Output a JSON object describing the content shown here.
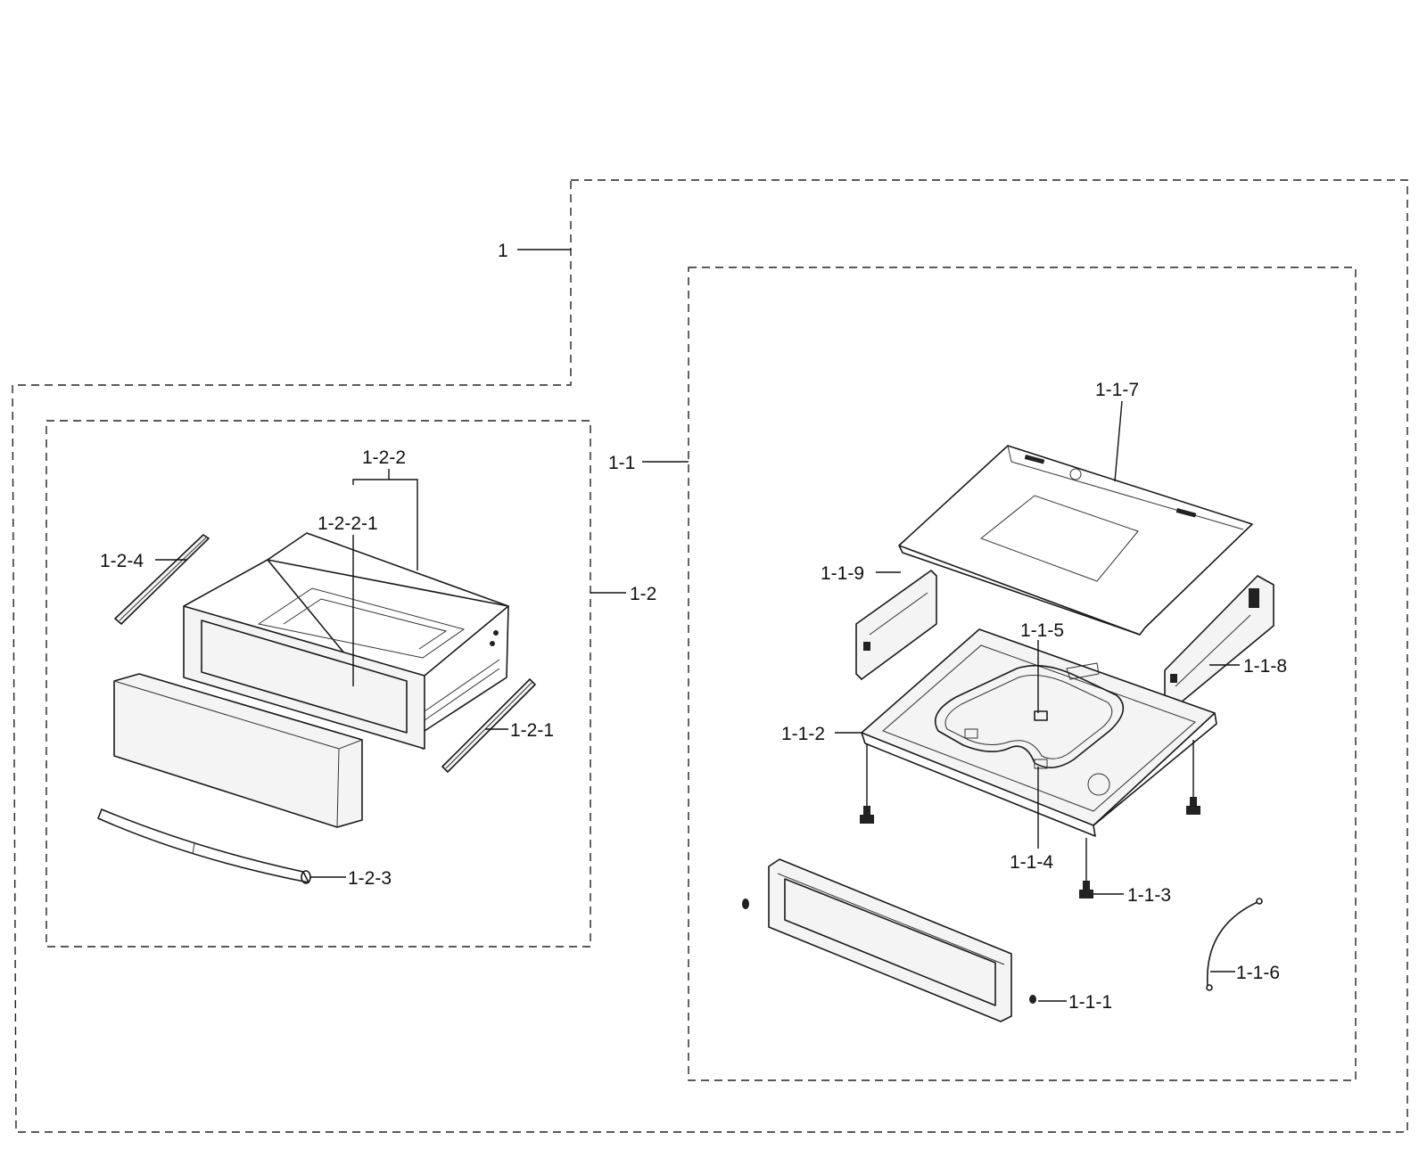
{
  "labels": {
    "assembly": "1",
    "sub_oven_drawer_frame": "1-1",
    "sub_drawer": "1-2",
    "p_1_1_1": "1-1-1",
    "p_1_1_2": "1-1-2",
    "p_1_1_3": "1-1-3",
    "p_1_1_4": "1-1-4",
    "p_1_1_5": "1-1-5",
    "p_1_1_6": "1-1-6",
    "p_1_1_7": "1-1-7",
    "p_1_1_8": "1-1-8",
    "p_1_1_9": "1-1-9",
    "p_1_2_1": "1-2-1",
    "p_1_2_2": "1-2-2",
    "p_1_2_2_1": "1-2-2-1",
    "p_1_2_3": "1-2-3",
    "p_1_2_4": "1-2-4"
  },
  "colors": {
    "line": "#1a1a1a",
    "background": "#ffffff"
  }
}
